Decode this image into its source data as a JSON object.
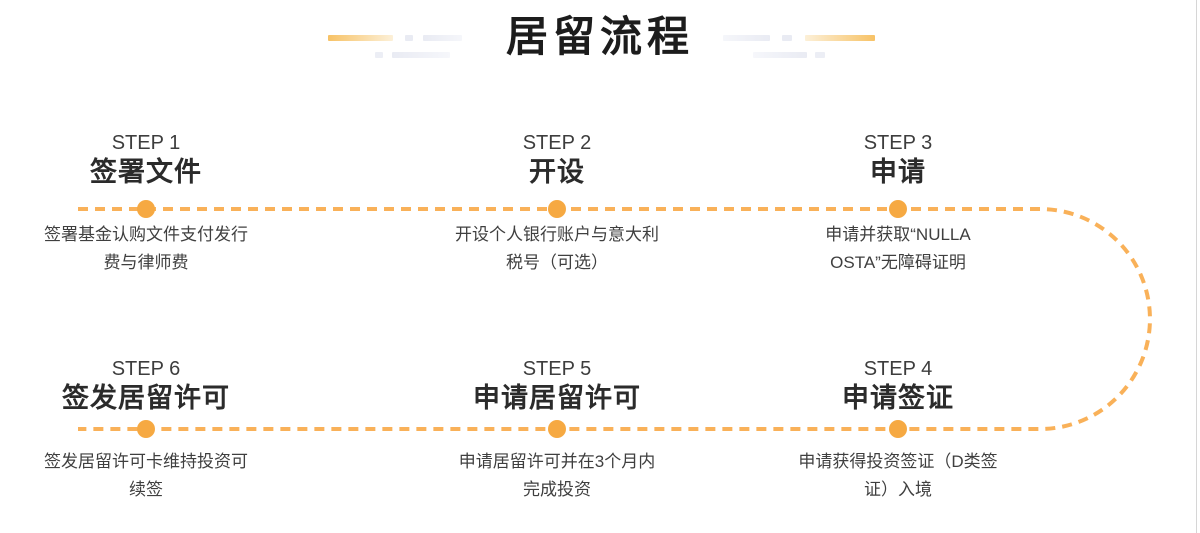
{
  "header": {
    "title": "居留流程"
  },
  "colors": {
    "dash": "#F9B159",
    "dot": "#F6A942",
    "gold_accent": "#F7C266",
    "gray_accent": "#E9EBF3",
    "title_text": "#1C1C1C",
    "body_text": "#3F3F3F"
  },
  "steps": [
    {
      "label": "STEP 1",
      "title": "签署文件",
      "desc1": "签署基金认购文件支付发行",
      "desc2": "费与律师费"
    },
    {
      "label": "STEP 2",
      "title": "开设",
      "desc1": "开设个人银行账户与意大利",
      "desc2": "税号（可选）"
    },
    {
      "label": "STEP 3",
      "title": "申请",
      "desc1": "申请并获取“NULLA",
      "desc2": "OSTA”无障碍证明"
    },
    {
      "label": "STEP 4",
      "title": "申请签证",
      "desc1": "申请获得投资签证（D类签",
      "desc2": "证）入境"
    },
    {
      "label": "STEP 5",
      "title": "申请居留许可",
      "desc1": "申请居留许可并在3个月内",
      "desc2": "完成投资"
    },
    {
      "label": "STEP 6",
      "title": "签发居留许可",
      "desc1": "签发居留许可卡维持投资可",
      "desc2": "续签"
    }
  ]
}
